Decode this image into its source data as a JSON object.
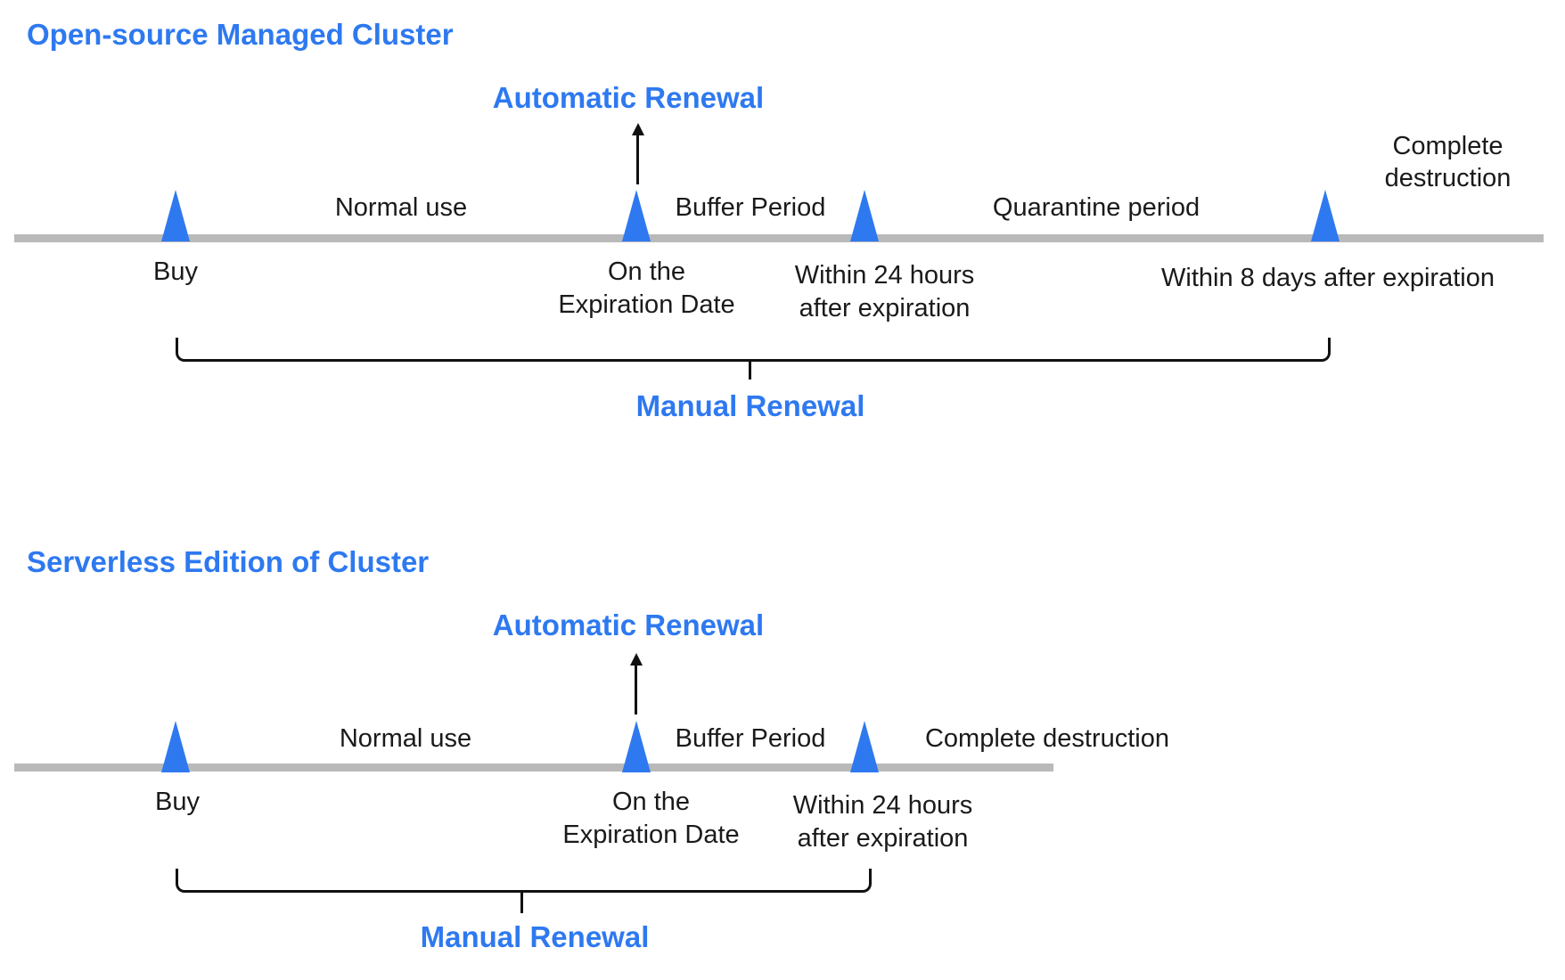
{
  "colors": {
    "accent": "#2e79f0",
    "timeline_gray": "#b9b9b9",
    "text_ink": "#1a1a1a"
  },
  "sections": [
    {
      "title": "Open-source Managed Cluster",
      "automatic_renewal_label": "Automatic Renewal",
      "manual_renewal_label": "Manual Renewal",
      "phases": [
        "Normal use",
        "Buffer Period",
        "Quarantine period",
        "Complete destruction"
      ],
      "milestones": [
        "Buy",
        "On the Expiration Date",
        "Within 24 hours after expiration",
        "Within 8 days after expiration"
      ]
    },
    {
      "title": "Serverless Edition of Cluster",
      "automatic_renewal_label": "Automatic Renewal",
      "manual_renewal_label": "Manual Renewal",
      "phases": [
        "Normal use",
        "Buffer Period",
        "Complete destruction"
      ],
      "milestones": [
        "Buy",
        "On the Expiration Date",
        "Within 24 hours after expiration"
      ]
    }
  ]
}
